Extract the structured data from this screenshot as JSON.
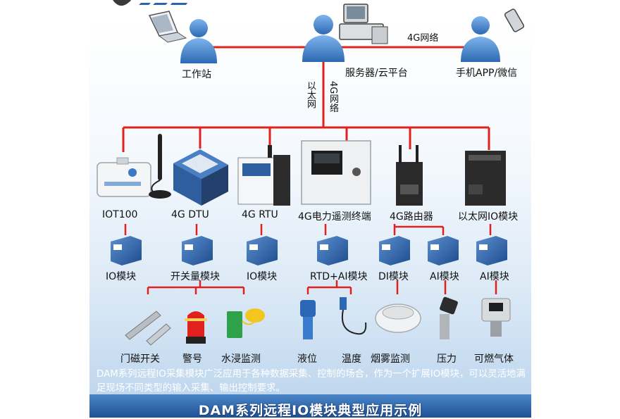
{
  "top_nodes": {
    "workstation": "工作站",
    "server": "服务器/云平台",
    "mobile": "手机APP/微信",
    "link_4g": "4G网络"
  },
  "backbone": {
    "ethernet": "以太网",
    "net_4g": "4G网络"
  },
  "devices": [
    "IOT100",
    "4G DTU",
    "4G RTU",
    "4G电力遥测终端",
    "4G路由器",
    "以太网IO模块"
  ],
  "modules": [
    "IO模块",
    "开关量模块",
    "IO模块",
    "RTD+AI模块",
    "DI模块",
    "AI模块",
    "AI模块"
  ],
  "sensors": [
    "门磁开关",
    "警号",
    "水浸监测",
    "液位",
    "温度",
    "烟雾监测",
    "压力",
    "可燃气体"
  ],
  "description": "DAM系列远程IO采集模块广泛应用于各种数据采集、控制的场合，作为一个扩展IO模块，可以灵活地满足现场不同类型的输入采集、输出控制要求。",
  "footer_title": "DAM系列远程IO模块典型应用示例",
  "colors": {
    "line": "#e0211d",
    "module": "#2e5f9e",
    "footer_band": "#2f64a8"
  }
}
